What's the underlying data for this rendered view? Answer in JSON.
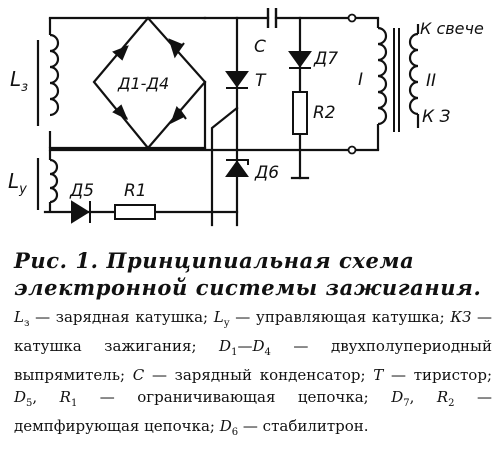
{
  "labels": {
    "l3": "L",
    "l3_sub": "з",
    "ly": "L",
    "ly_sub": "у",
    "d1d4": "Д1-Д4",
    "c": "C",
    "t": "T",
    "d7": "Д7",
    "r2": "R2",
    "i": "I",
    "ii": "II",
    "to_plug": "К свече",
    "kz": "К З",
    "d6": "Д6",
    "d5": "Д5",
    "r1": "R1"
  },
  "caption": {
    "title": "Рис. 1. Принципиальная схема электронной системы зажигания."
  },
  "legend": {
    "l3_sym": "L",
    "l3_sub": "з",
    "l3_text": " — зарядная катушка; ",
    "ly_sym": "L",
    "ly_sub": "у",
    "ly_text": " — управляющая катушка; ",
    "kz_sym": "КЗ",
    "kz_text": " — катушка зажигания; ",
    "d1": "D",
    "d1_sub": "1",
    "d1_sep": "—",
    "d4": "D",
    "d4_sub": "4",
    "d14_text": " — двухполупериодный выпрямитель; ",
    "c_sym": "C",
    "c_text": " — зарядный конденсатор; ",
    "t_sym": "T",
    "t_text": " — тиристор; ",
    "d5": "D",
    "d5_sub": "5",
    "d5_sep": ", ",
    "r1": "R",
    "r1_sub": "1",
    "d5r1_text": " — ограничивающая цепочка; ",
    "d7": "D",
    "d7_sub": "7",
    "d7_sep": ", ",
    "r2": "R",
    "r2_sub": "2",
    "d7r2_text": " — демпфирующая цепочка; ",
    "d6": "D",
    "d6_sub": "6",
    "d6_text": " — стабилитрон."
  }
}
